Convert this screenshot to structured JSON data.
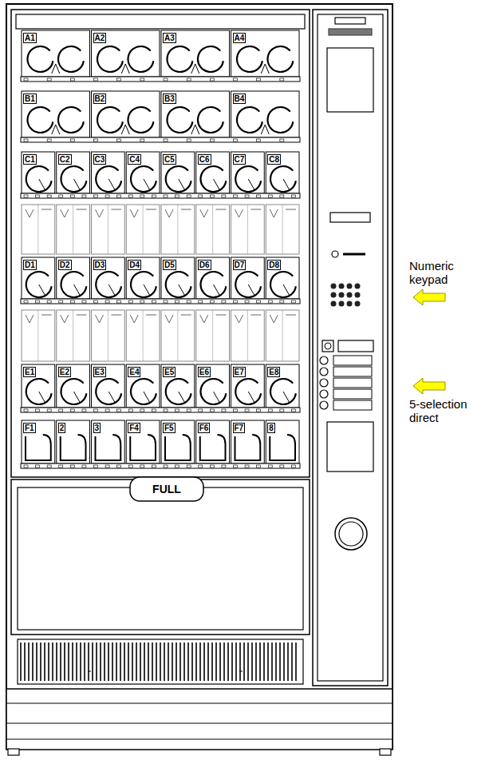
{
  "diagram": {
    "labels": [
      "A1",
      "A2",
      "A3",
      "A4",
      "B1",
      "B2",
      "B3",
      "B4",
      "C1",
      "C2",
      "C3",
      "C4",
      "C5",
      "C6",
      "C7",
      "C8",
      "D1",
      "D2",
      "D3",
      "D4",
      "D5",
      "D6",
      "D7",
      "D8",
      "E1",
      "E2",
      "E3",
      "E4",
      "E5",
      "E6",
      "E7",
      "E8",
      "F1",
      "2",
      "3",
      "F4",
      "F5",
      "F6",
      "F7",
      "8",
      "FULL",
      "Numeric keypad",
      "5-selection direct"
    ]
  }
}
